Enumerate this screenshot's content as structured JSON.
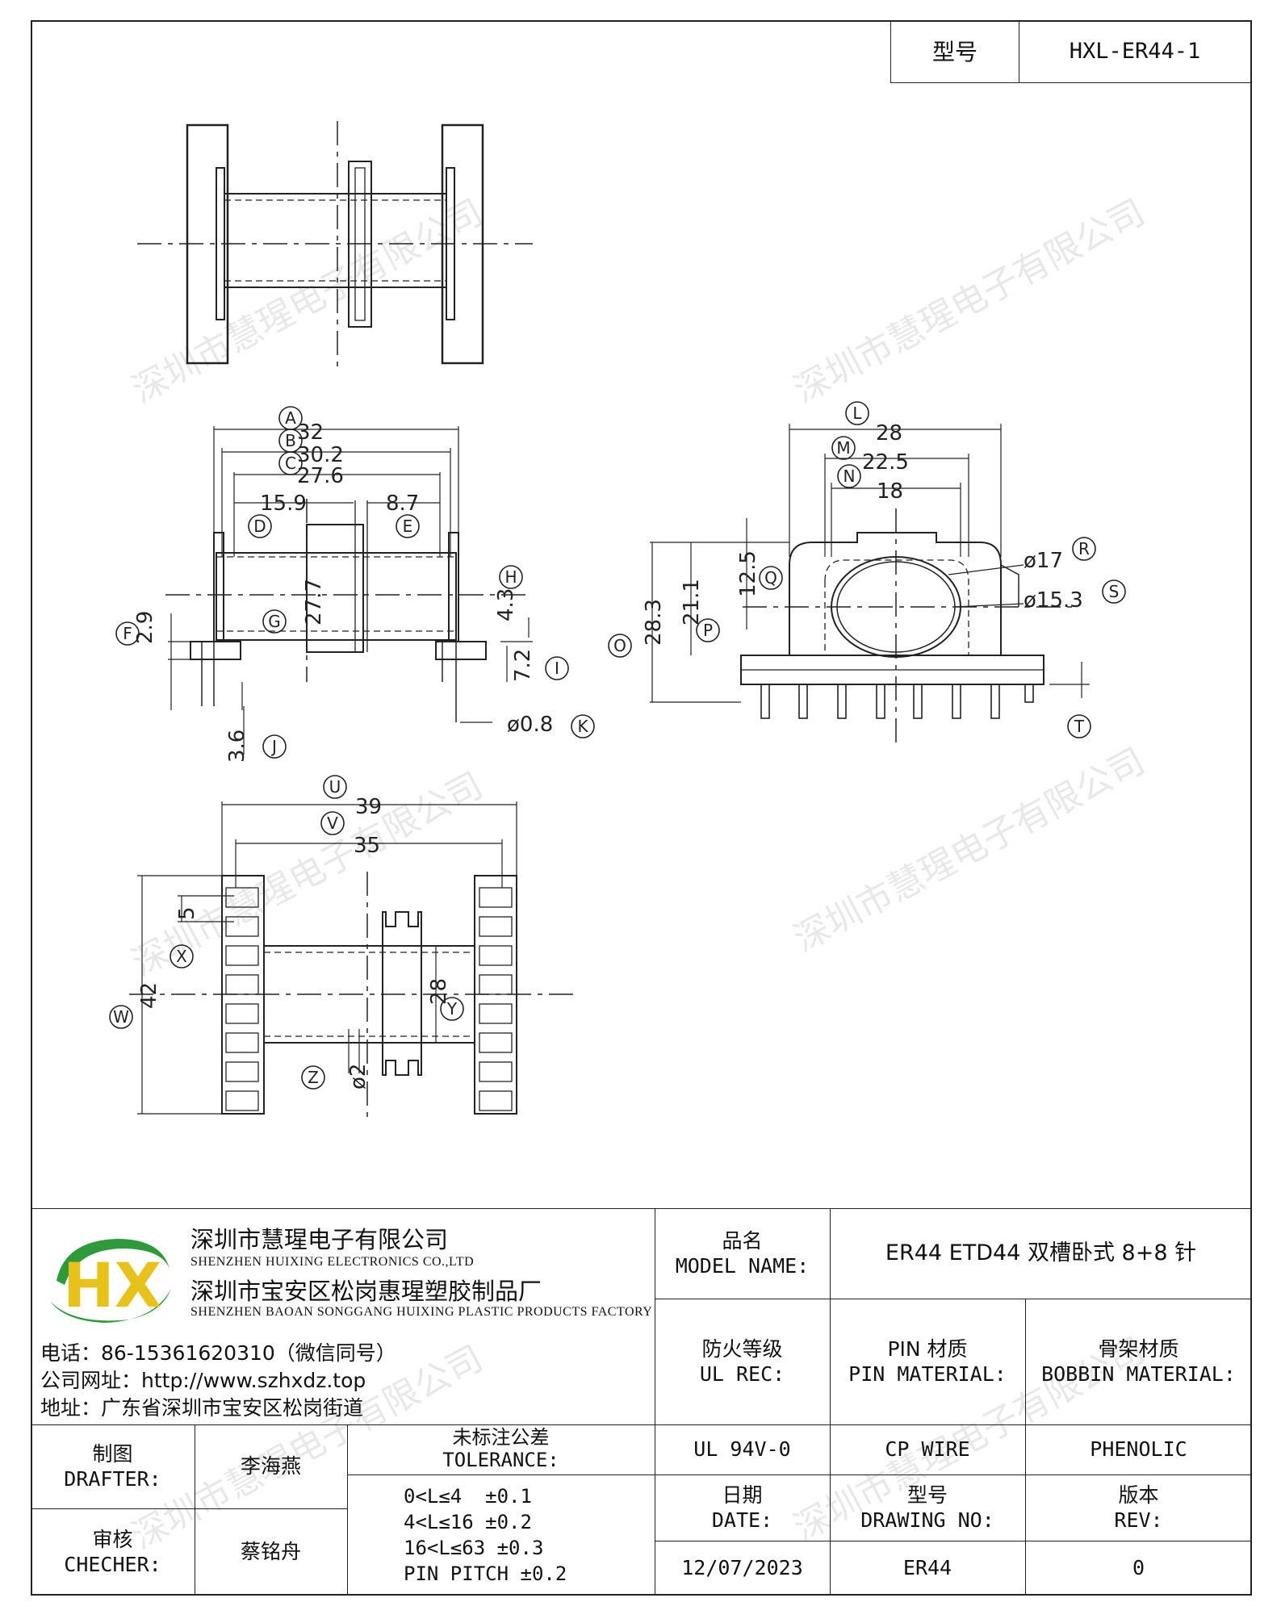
{
  "header": {
    "model_label": "型号",
    "model_value": "HXL-ER44-1"
  },
  "watermark": "深圳市慧瑆电子有限公司",
  "views": {
    "front": {
      "dims": [
        "32",
        "30.2",
        "27.6",
        "15.9",
        "8.7",
        "2.9",
        "27.7",
        "4.3",
        "7.2",
        "3.6",
        "ø0.8"
      ],
      "markers": [
        "A",
        "B",
        "C",
        "D",
        "E",
        "F",
        "G",
        "H",
        "I",
        "J",
        "K"
      ]
    },
    "side": {
      "dims": [
        "28",
        "22.5",
        "18",
        "12.5",
        "28.3",
        "21.1",
        "ø17",
        "ø15.3"
      ],
      "markers": [
        "L",
        "M",
        "N",
        "O",
        "P",
        "Q",
        "R",
        "S",
        "T"
      ]
    },
    "bottom": {
      "dims": [
        "39",
        "35",
        "5",
        "42",
        "28",
        "ø2"
      ],
      "markers": [
        "U",
        "V",
        "W",
        "X",
        "Y",
        "Z"
      ]
    }
  },
  "company": {
    "logo_text": "HX",
    "name_cn": "深圳市慧瑆电子有限公司",
    "name_en": "SHENZHEN HUIXING ELECTRONICS CO.,LTD",
    "factory_cn": "深圳市宝安区松岗惠瑆塑胶制品厂",
    "factory_en": "SHENZHEN BAOAN SONGGANG HUIXING PLASTIC PRODUCTS FACTORY",
    "phone": "电话：86-15361620310（微信同号）",
    "website": "公司网址：http://www.szhxdz.top",
    "address": "地址：广东省深圳市宝安区松岗街道"
  },
  "title_block": {
    "model_name_cn": "品名",
    "model_name_en": "MODEL NAME:",
    "model_name_value": "ER44 ETD44 双槽卧式 8+8 针",
    "ul_cn": "防火等级",
    "ul_en": "UL REC:",
    "pin_cn": "PIN 材质",
    "pin_en": "PIN MATERIAL:",
    "bobbin_cn": "骨架材质",
    "bobbin_en": "BOBBIN MATERIAL:",
    "ul_value": "UL 94V-0",
    "pin_value": "CP WIRE",
    "bobbin_value": "PHENOLIC",
    "drafter_cn": "制图",
    "drafter_en": "DRAFTER:",
    "drafter_name": "李海燕",
    "checker_cn": "审核",
    "checker_en": "CHECHER:",
    "checker_name": "蔡铭舟",
    "tolerance_cn": "未标注公差",
    "tolerance_en": "TOLERANCE:",
    "tolerance_lines": [
      "0<L≤4  ±0.1",
      "4<L≤16 ±0.2",
      "16<L≤63 ±0.3",
      "PIN PITCH ±0.2"
    ],
    "date_cn": "日期",
    "date_en": "DATE:",
    "drawing_cn": "型号",
    "drawing_en": "DRAWING NO:",
    "rev_cn": "版本",
    "rev_en": "REV:",
    "date_value": "12/07/2023",
    "drawing_value": "ER44",
    "rev_value": "0"
  },
  "colors": {
    "logo_green": "#2e9a3a",
    "logo_yellow": "#e6c21a",
    "line": "#222222"
  }
}
